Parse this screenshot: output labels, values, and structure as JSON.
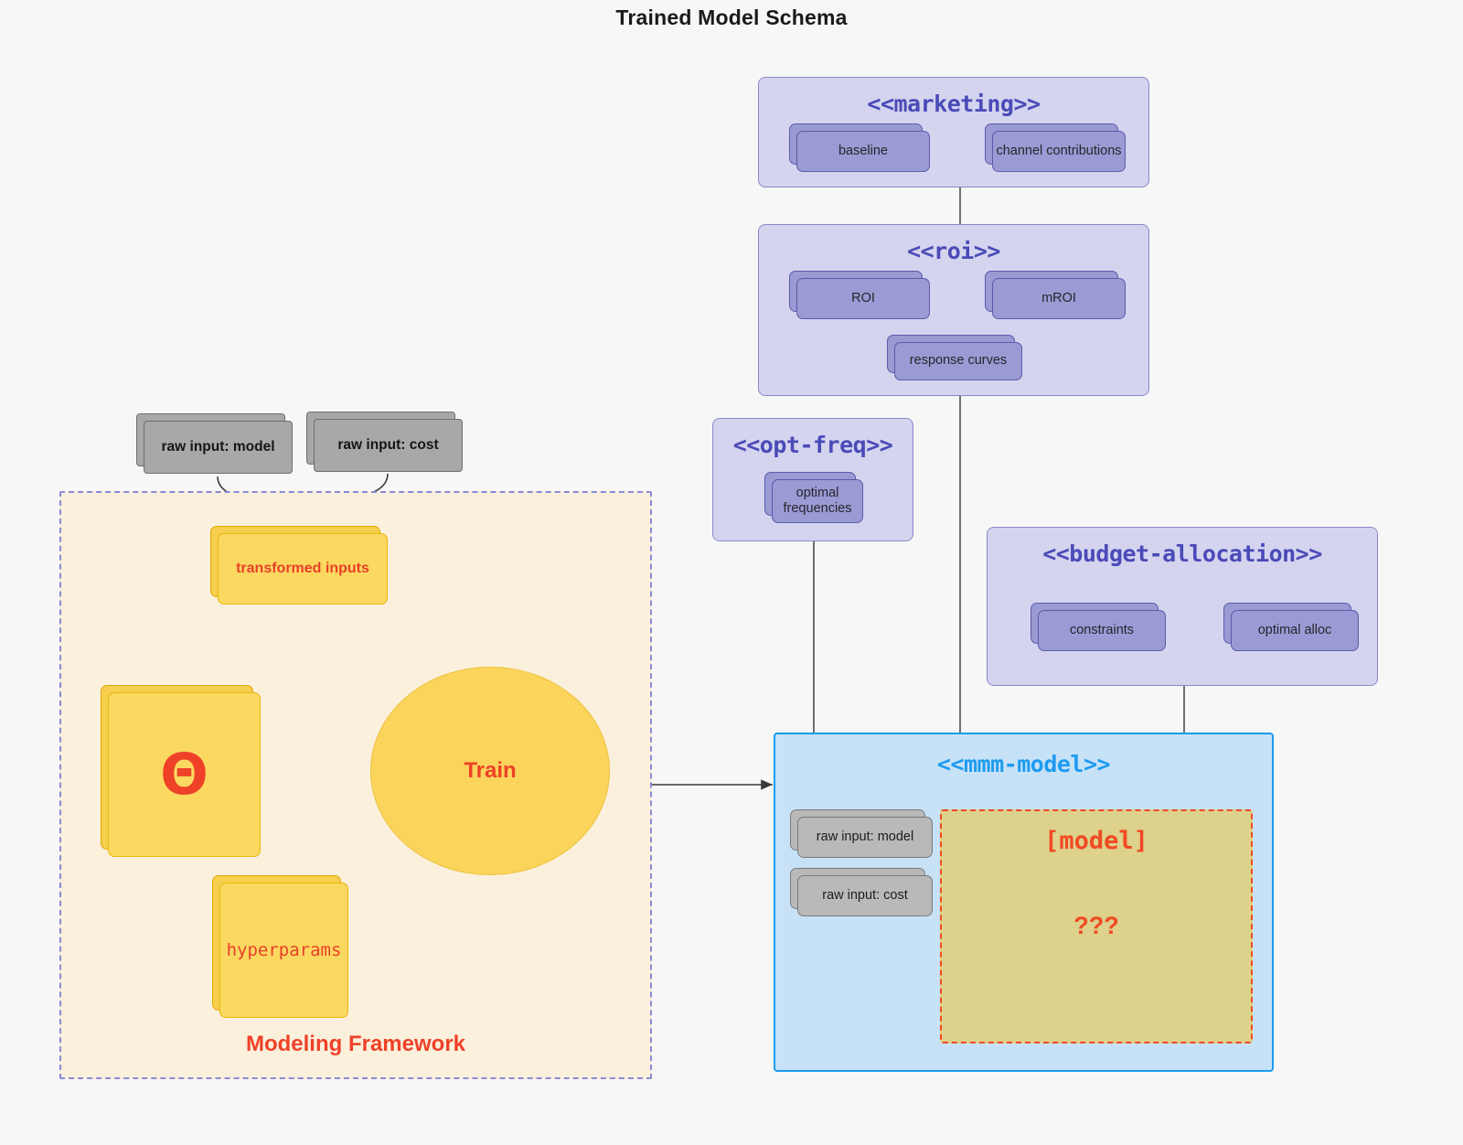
{
  "title": "Trained Model Schema",
  "packages": {
    "marketing": {
      "title": "<<marketing>>",
      "nodes": [
        {
          "label": "baseline"
        },
        {
          "label": "channel contributions"
        }
      ]
    },
    "roi": {
      "title": "<<roi>>",
      "nodes": [
        {
          "label": "ROI"
        },
        {
          "label": "mROI"
        },
        {
          "label": "response curves"
        }
      ]
    },
    "opt_freq": {
      "title": "<<opt-freq>>",
      "nodes": [
        {
          "label": "optimal\nfrequencies",
          "line1": "optimal",
          "line2": "frequencies"
        }
      ]
    },
    "budget_allocation": {
      "title": "<<budget-allocation>>",
      "nodes": [
        {
          "label": "constraints"
        },
        {
          "label": "optimal alloc"
        }
      ]
    },
    "mmm_model": {
      "title": "<<mmm-model>>",
      "nodes": [
        {
          "label": "raw input: model"
        },
        {
          "label": "raw input: cost"
        }
      ],
      "model_region": {
        "primary": "[model]",
        "secondary": "???"
      }
    }
  },
  "raw_inputs": [
    {
      "label": "raw input: model"
    },
    {
      "label": "raw input: cost"
    }
  ],
  "framework": {
    "label": "Modeling Framework",
    "transformed_inputs": "transformed inputs",
    "theta": "Θ",
    "hyperparams": "hyperparams",
    "train": "Train"
  },
  "colors": {
    "background": "#f7f7f7",
    "package_fill": "#d4d4ef",
    "package_stroke": "#8989c9",
    "package_title": "#4a4ab8",
    "node_purple": "#9a9ad4",
    "node_purple_stroke": "#5b5bab",
    "node_grey": "#b9b9b9",
    "node_grey_stroke": "#7a7a7a",
    "raw_input_grey": "#a8a8a8",
    "yellow_fill": "#fbd860",
    "yellow_stroke": "#e8b90c",
    "accent_red": "#ef4128",
    "blue_fill": "#c7e2f7",
    "blue_stroke": "#1e9bf0",
    "frame_fill": "#faf0dc",
    "frame_stroke": "#8989d8",
    "model_region_fill": "#ddd18c",
    "model_region_stroke": "#f04a22",
    "connector": "#4d4d4d"
  }
}
